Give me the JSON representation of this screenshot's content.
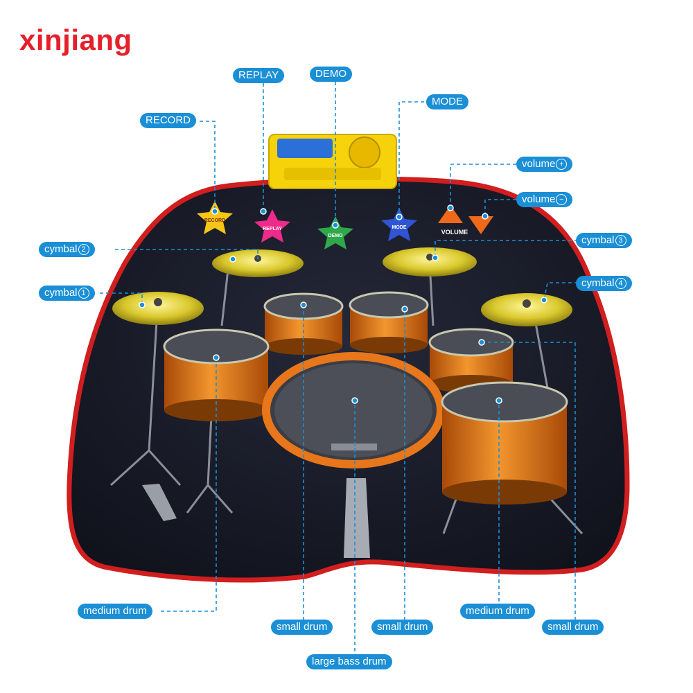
{
  "brand": "xinjiang",
  "colors": {
    "accent": "#1a8fd6",
    "brand": "#e5202a",
    "mat": "#1d1f2e",
    "mat_border": "#d11e1e",
    "drum_shell": "#e8761a",
    "cymbal": "#d9c82c",
    "control_box": "#f5d20a"
  },
  "labels": {
    "replay": "REPLAY",
    "demo": "DEMO",
    "record": "RECORD",
    "mode": "MODE",
    "volume_plus": {
      "text": "volume",
      "symbol": "+"
    },
    "volume_minus": {
      "text": "volume",
      "symbol": "−"
    },
    "cymbal2": {
      "text": "cymbal",
      "num": "2"
    },
    "cymbal3": {
      "text": "cymbal",
      "num": "3"
    },
    "cymbal1": {
      "text": "cymbal",
      "num": "1"
    },
    "cymbal4": {
      "text": "cymbal",
      "num": "4"
    },
    "medium_drum_left": "medium drum",
    "small_drum_a": "small drum",
    "small_drum_b": "small drum",
    "medium_drum_right": "medium drum",
    "small_drum_c": "small drum",
    "large_bass_drum": "large bass drum"
  },
  "mat_buttons": {
    "record": "RECORD",
    "replay": "REPLAY",
    "demo": "DEMO",
    "mode": "MODE",
    "volume": "VOLUME"
  }
}
